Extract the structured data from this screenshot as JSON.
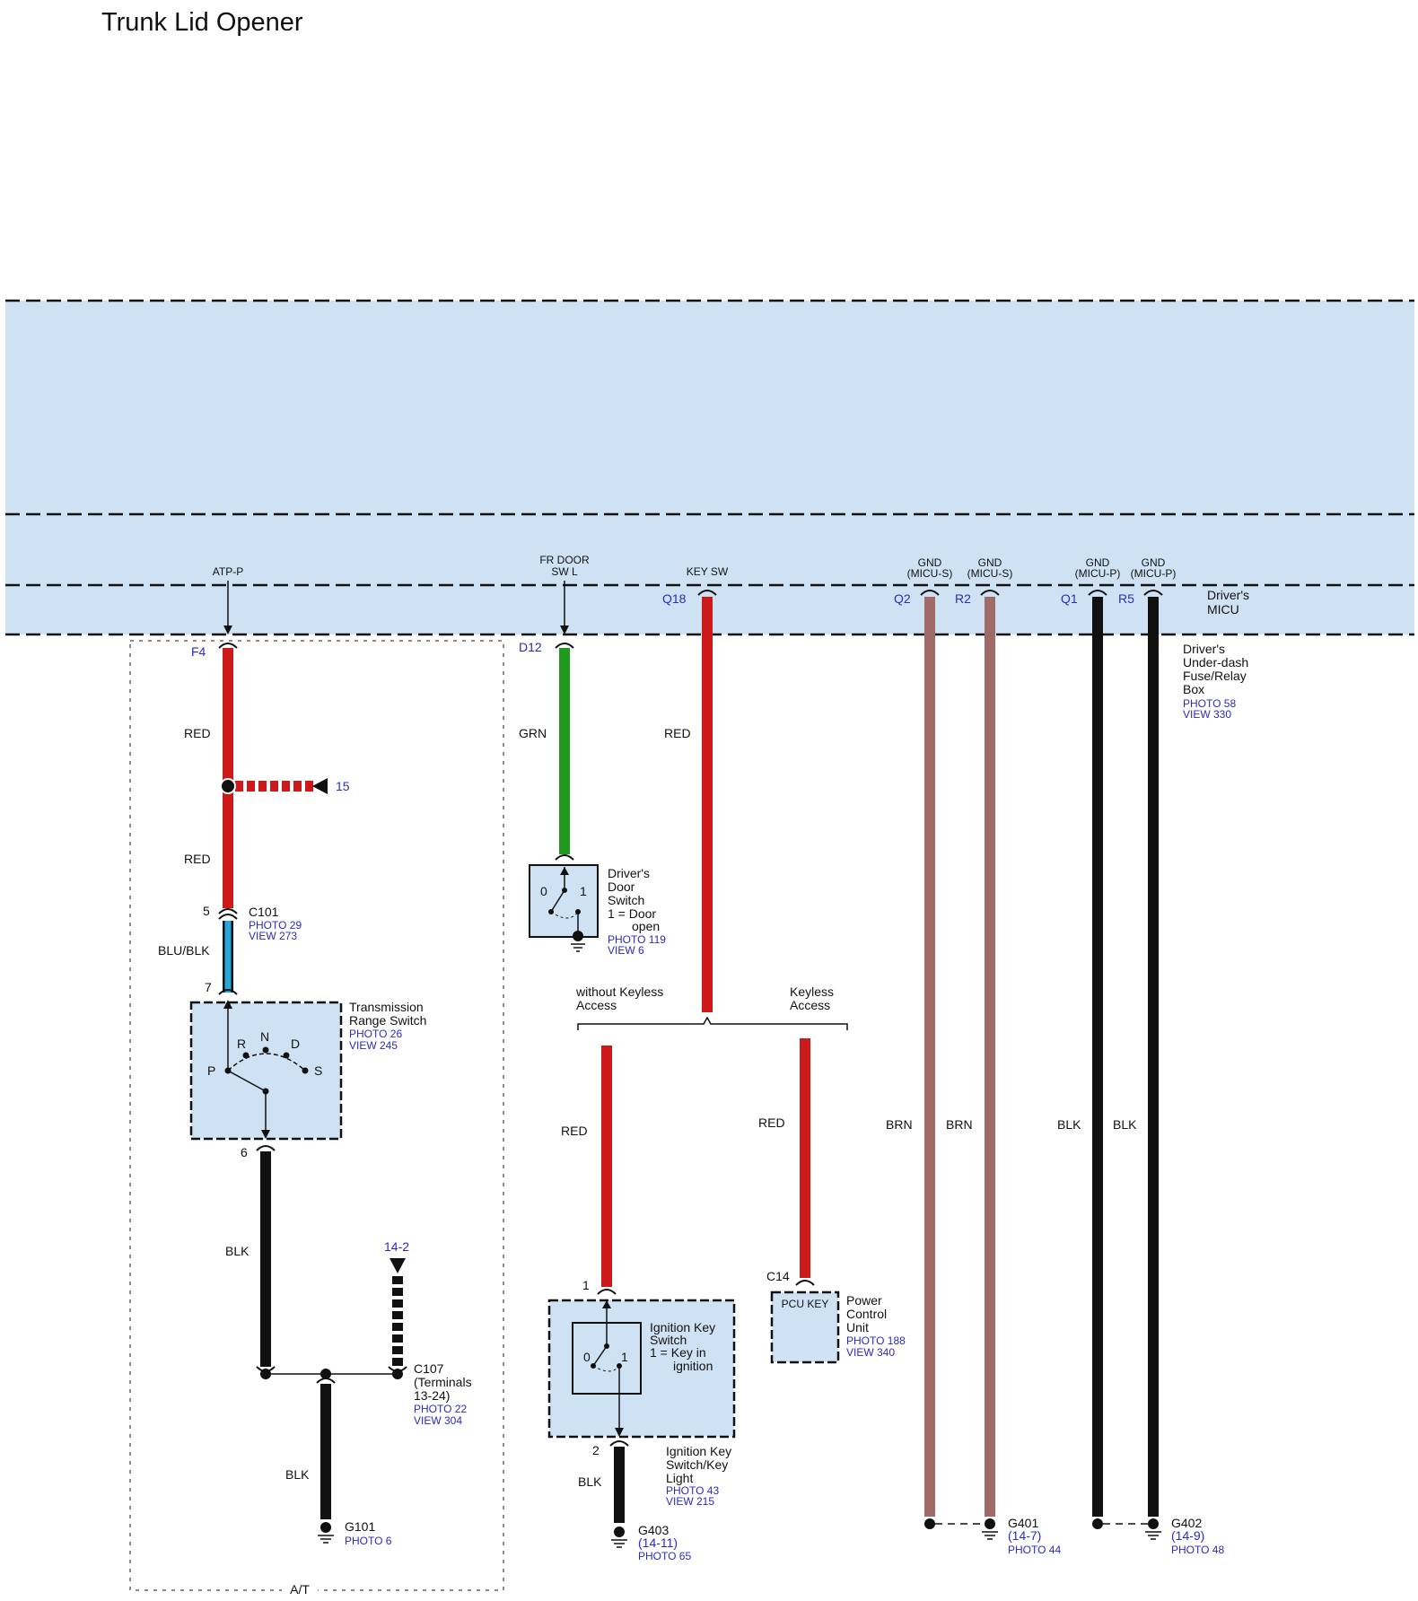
{
  "title": "Trunk Lid Opener",
  "colors": {
    "micu_band": "#cfe2f3",
    "red": "#cc1a1a",
    "green": "#1f9a1f",
    "blue": "#2aa7d9",
    "brown": "#a06a66",
    "black": "#111111",
    "pin_blue": "#2b2bc0"
  },
  "micu": {
    "label_line1": "Driver's",
    "label_line2": "MICU",
    "terminals": {
      "atp_p": "ATP-P",
      "fr_door_line1": "FR DOOR",
      "fr_door_line2": "SW L",
      "key_sw": "KEY SW",
      "gnd1_line1": "GND",
      "gnd1_line2": "(MICU-S)",
      "gnd2_line1": "GND",
      "gnd2_line2": "(MICU-S)",
      "gnd3_line1": "GND",
      "gnd3_line2": "(MICU-P)",
      "gnd4_line1": "GND",
      "gnd4_line2": "(MICU-P)"
    },
    "pins": {
      "q18": "Q18",
      "q2": "Q2",
      "r2": "R2",
      "q1": "Q1",
      "r5": "R5"
    }
  },
  "fuse_box": {
    "line1": "Driver's",
    "line2": "Under-dash",
    "line3": "Fuse/Relay",
    "line4": "Box",
    "photo": "PHOTO 58",
    "view": "VIEW 330",
    "pins": {
      "f4": "F4",
      "d12": "D12"
    }
  },
  "wires": {
    "red1": "RED",
    "red2": "RED",
    "grn": "GRN",
    "red_key": "RED",
    "blu_blk": "BLU/BLK",
    "blk1": "BLK",
    "blk2": "BLK",
    "red_wo": "RED",
    "red_kl": "RED",
    "blk_ign": "BLK",
    "brn1": "BRN",
    "brn2": "BRN",
    "blk_g1": "BLK",
    "blk_g2": "BLK"
  },
  "ref_15": "15",
  "ref_14_2": "14-2",
  "c101": {
    "pin5": "5",
    "pin7": "7",
    "name": "C101",
    "photo": "PHOTO 29",
    "view": "VIEW 273"
  },
  "trs": {
    "line1": "Transmission",
    "line2": "Range Switch",
    "photo": "PHOTO 26",
    "view": "VIEW 245",
    "pos_p": "P",
    "pos_r": "R",
    "pos_n": "N",
    "pos_d": "D",
    "pos_s": "S",
    "pin6": "6"
  },
  "door_switch": {
    "line1": "Driver's",
    "line2": "Door",
    "line3": "Switch",
    "line4": "1 = Door",
    "line5": "open",
    "photo": "PHOTO 119",
    "view": "VIEW 6",
    "pos0": "0",
    "pos1": "1"
  },
  "branch": {
    "without_line1": "without Keyless",
    "without_line2": "Access",
    "keyless_line1": "Keyless",
    "keyless_line2": "Access"
  },
  "ign_switch": {
    "line1": "Ignition Key",
    "line2": "Switch",
    "line3": "1 = Key in",
    "line4": "ignition",
    "pos0": "0",
    "pos1": "1",
    "pin1": "1",
    "pin2": "2",
    "light_line1": "Ignition Key",
    "light_line2": "Switch/Key",
    "light_line3": "Light",
    "light_photo": "PHOTO 43",
    "light_view": "VIEW 215"
  },
  "pcu": {
    "connector": "C14",
    "box_label": "PCU KEY",
    "line1": "Power",
    "line2": "Control",
    "line3": "Unit",
    "photo": "PHOTO 188",
    "view": "VIEW 340"
  },
  "c107": {
    "name": "C107",
    "line2": "(Terminals",
    "line3": "13-24)",
    "photo": "PHOTO 22",
    "view": "VIEW 304"
  },
  "grounds": {
    "g101": {
      "name": "G101",
      "photo": "PHOTO 6"
    },
    "g403": {
      "name": "G403",
      "ref": "(14-11)",
      "photo": "PHOTO 65"
    },
    "g401": {
      "name": "G401",
      "ref": "(14-7)",
      "photo": "PHOTO 44"
    },
    "g402": {
      "name": "G402",
      "ref": "(14-9)",
      "photo": "PHOTO 48"
    }
  },
  "at_label": "A/T"
}
